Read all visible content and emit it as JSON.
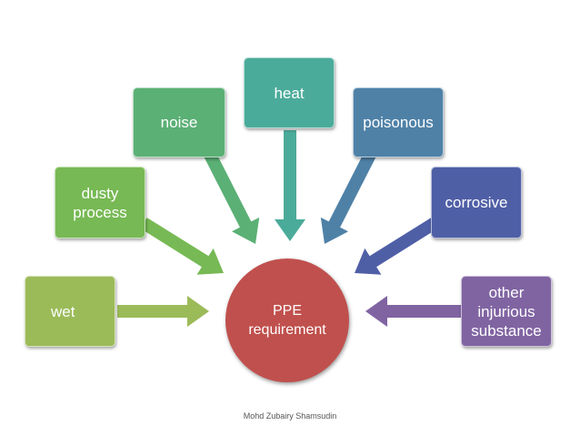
{
  "hub": {
    "label": "PPE\nrequirement",
    "color": "#c0504d"
  },
  "items": [
    {
      "label": "wet",
      "color": "#9bbb59"
    },
    {
      "label": "dusty\nprocess",
      "color": "#77b954"
    },
    {
      "label": "noise",
      "color": "#5bb075"
    },
    {
      "label": "heat",
      "color": "#4bab9a"
    },
    {
      "label": "poisonous",
      "color": "#4f81a7"
    },
    {
      "label": "corrosive",
      "color": "#4f5fa6"
    },
    {
      "label": "other\ninjurious\nsubstance",
      "color": "#8064a2"
    }
  ],
  "credit": "Mohd Zubairy Shamsudin"
}
